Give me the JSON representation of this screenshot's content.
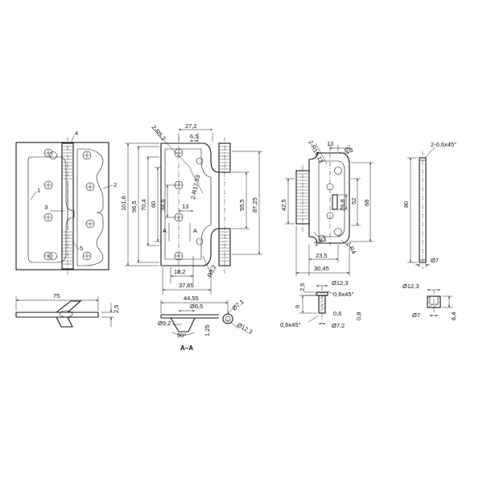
{
  "drawing": {
    "callouts": [
      "1",
      "2",
      "3",
      "4",
      "5"
    ],
    "view1": {
      "width_75": "75",
      "thick_2_5": "2,5"
    },
    "view2": {
      "top_27_2": "27,2",
      "top_6_5": "6,5",
      "radius_a": "2-R5,2",
      "radius_b": "2-R17,93",
      "h_101_6": "101,6",
      "h_96_5": "96,5",
      "h_70_4": "70,4",
      "h_60": "60",
      "h_34_6": "34,6",
      "w_13": "13",
      "h_55_5": "55,5",
      "h_87_25": "87,25",
      "w_18_2": "18,2",
      "radius_c": "R3,2",
      "w_37_65": "37,65",
      "section_a_left": "A",
      "section_a_right": "A"
    },
    "section": {
      "w_44_55": "44,55",
      "d_6_5": "Ø6,5",
      "d_7_1": "Ø7,1",
      "d_9_2": "Ø9,2",
      "angle_90": "90°",
      "d_12_3": "Ø12,3",
      "h_1_25": "1,25",
      "title": "A–A"
    },
    "view3": {
      "w_13": "13",
      "w_6_5": "6,5",
      "radius_a": "2-R19,13",
      "h_42_5": "42,5",
      "h_26_8": "26,8",
      "h_52": "52",
      "h_68": "68",
      "radius_b": "2-R2",
      "radius_c": "2-R4",
      "w_23_5": "23,5",
      "w_30_45": "30,45"
    },
    "bushing": {
      "h_2_5": "2,5",
      "d_12_3": "Ø12,3",
      "chamfer_top": "0,6x45°",
      "h_9": "9",
      "h_0_6": "0,6",
      "h_0_8": "0,8",
      "chamfer_bottom": "0,6x45°",
      "d_7_2": "Ø7,2"
    },
    "pin": {
      "chamfer": "2-0,6x45°",
      "length_80": "80",
      "d_7": "Ø7"
    },
    "cap": {
      "d_12_3": "Ø12,3",
      "d_7": "Ø7",
      "h_6_4": "6,4"
    }
  }
}
